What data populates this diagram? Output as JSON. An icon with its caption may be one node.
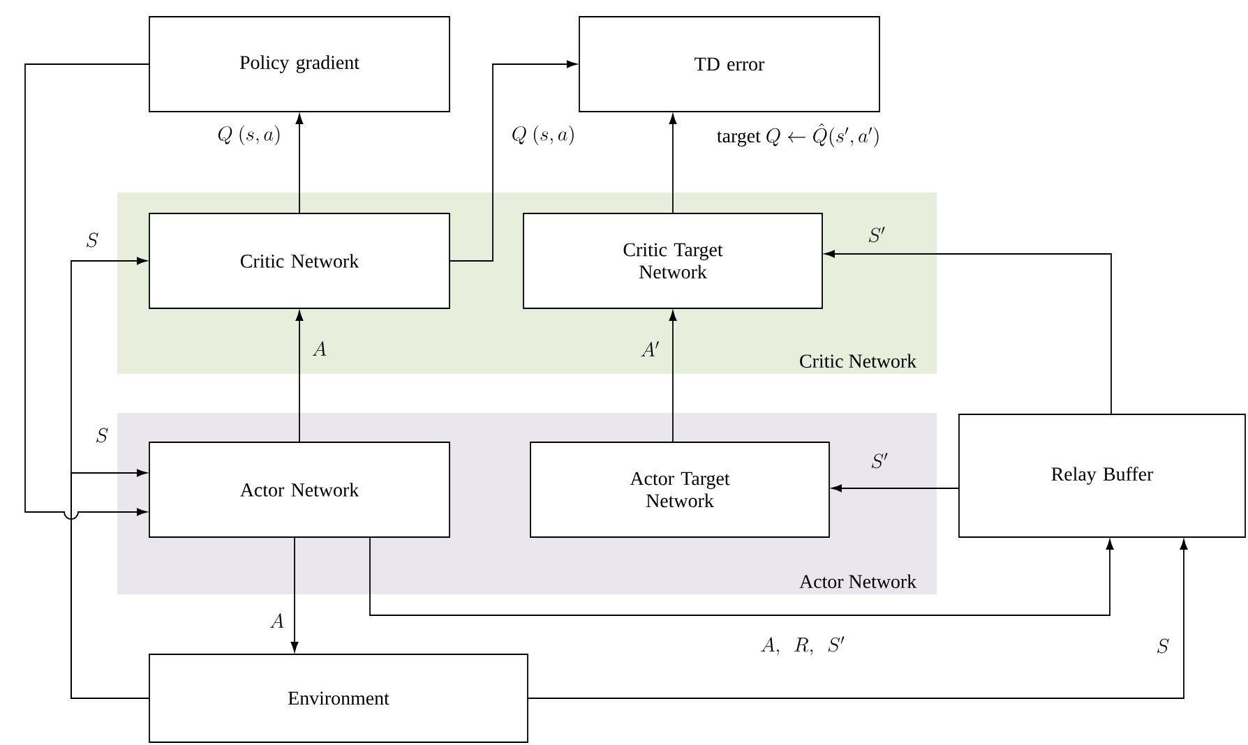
{
  "diagram": {
    "nodes": [
      {
        "text": [
          "Critic Network"
        ]
      },
      {
        "text": [
          "Actor Network"
        ]
      },
      {
        "text": [
          "Policy gradient"
        ]
      },
      {
        "text": [
          "TD error"
        ]
      },
      {
        "text": [
          "Critic Network"
        ],
        "in": 0
      },
      {
        "text": [
          "Critic Target Network"
        ],
        "in": 0
      },
      {
        "text": [
          "Actor Network"
        ],
        "in": 1
      },
      {
        "text": [
          "Actor Target Network"
        ],
        "in": 1
      },
      {
        "text": [
          "Relay Buffer"
        ]
      },
      {
        "text": [
          "Environment"
        ]
      }
    ],
    "edges": [
      {
        "from": 4,
        "to": 2,
        "arrow": "to",
        "label": "Q\\ (s,a)"
      },
      {
        "from": 4,
        "to": 3,
        "arrow": "to",
        "label": "Q\\ (s,a)"
      },
      {
        "from": 5,
        "to": 3,
        "arrow": "to",
        "label": "\\mbox{target } Q \\leftarrow \\hat{Q}(s',a')"
      },
      {
        "from": 6,
        "to": 4,
        "arrow": "to",
        "label": "A"
      },
      {
        "from": 7,
        "to": 5,
        "arrow": "to",
        "label": "A'"
      },
      {
        "from": 8,
        "to": 5,
        "arrow": "to",
        "label": "S'"
      },
      {
        "from": 8,
        "to": 7,
        "arrow": "to",
        "label": "S'"
      },
      {
        "from": 6,
        "to": 9,
        "arrow": "to",
        "label": "A"
      },
      {
        "from": 6,
        "to": 8,
        "arrow": "to",
        "label": "A,\\ \\ R,\\ \\ S'"
      },
      {
        "from": 9,
        "to": 8,
        "arrow": "to",
        "label": "S"
      },
      {
        "from": 9,
        "to": 4,
        "arrow": "to",
        "label": "S"
      },
      {
        "from": 9,
        "to": 6,
        "arrow": "to",
        "label": "S"
      },
      {
        "from": 2,
        "to": 6,
        "arrow": "to"
      }
    ]
  }
}
